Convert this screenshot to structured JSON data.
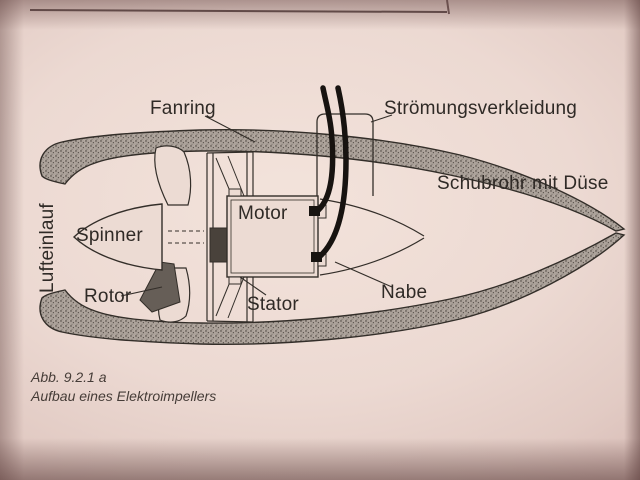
{
  "figure": {
    "caption": {
      "number": "Abb. 9.2.1 a",
      "title": "Aufbau eines Elektroimpellers"
    }
  },
  "labels": {
    "fanring": "Fanring",
    "stroemungsverkleidung": "Strömungsverkleidung",
    "schubrohr_mit_duese": "Schubrohr mit Düse",
    "lufteinlauf": "Lufteinlauf",
    "spinner": "Spinner",
    "motor": "Motor",
    "rotor": "Rotor",
    "stator": "Stator",
    "nabe": "Nabe"
  },
  "colors": {
    "ink": "#332e29",
    "paper": "#ecdbd3",
    "cable": "#171310",
    "wall_base": "#aca29a"
  }
}
